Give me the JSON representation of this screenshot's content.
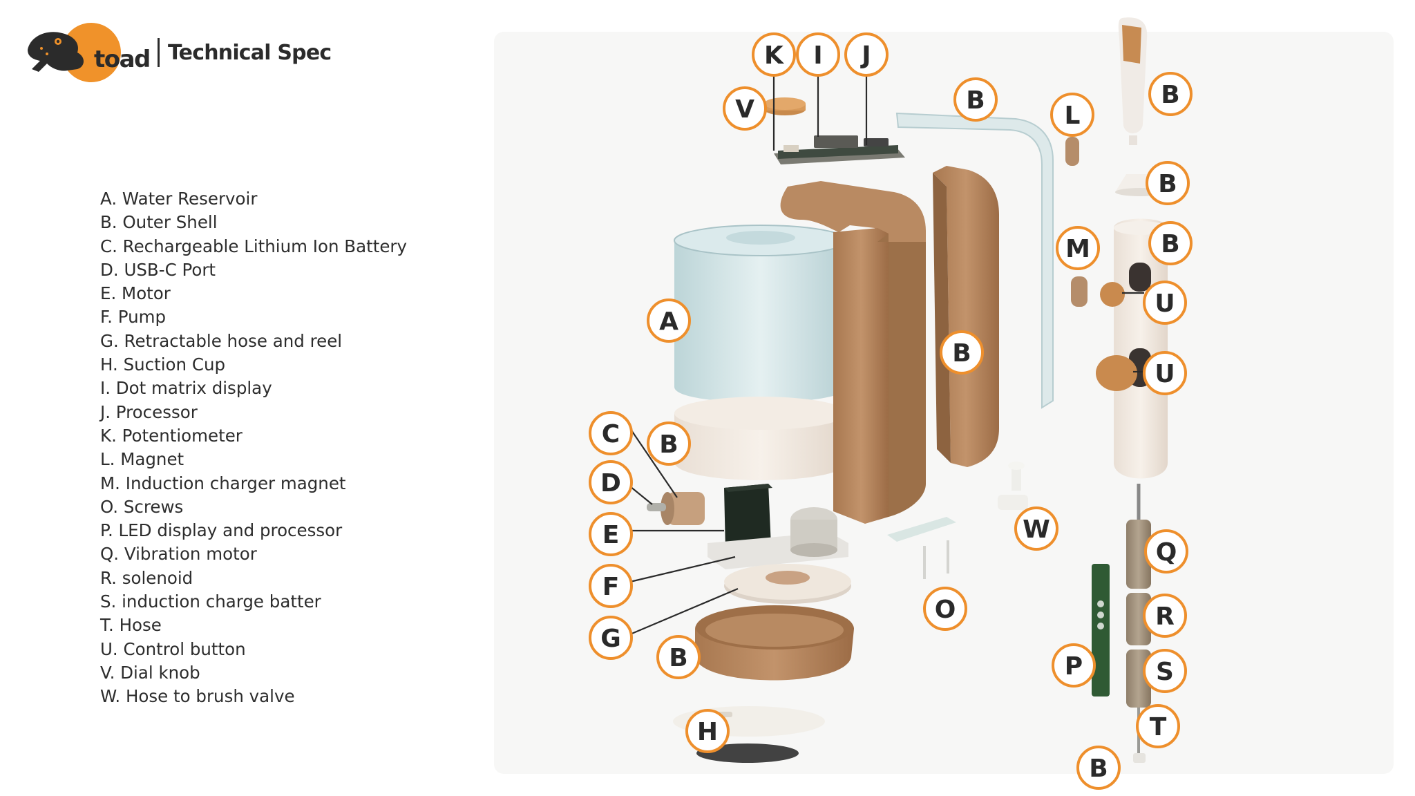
{
  "brand": {
    "logo_word": "toad",
    "title": "Technical Spec",
    "accent_color": "#f0922a"
  },
  "legend": [
    "A. Water Reservoir",
    "B. Outer Shell",
    "C. Rechargeable Lithium Ion Battery",
    "D. USB-C Port",
    "E. Motor",
    "F. Pump",
    "G. Retractable hose and reel",
    "H. Suction Cup",
    "I. Dot matrix display",
    "J. Processor",
    "K. Potentiometer",
    "L. Magnet",
    "M. Induction charger magnet",
    "O. Screws",
    "P. LED display and processor",
    "Q. Vibration motor",
    "R. solenoid",
    "S. induction charge batter",
    "T. Hose",
    "U. Control button",
    "V. Dial knob",
    "W. Hose to brush valve"
  ],
  "callouts": {
    "K": "K",
    "I": "I",
    "J": "J",
    "V": "V",
    "B_top": "B",
    "L": "L",
    "B_brush": "B",
    "B_brushcap": "B",
    "B_handle": "B",
    "M": "M",
    "U_1": "U",
    "U_2": "U",
    "A": "A",
    "B_shell": "B",
    "C": "C",
    "B_base": "B",
    "D": "D",
    "E": "E",
    "F": "F",
    "G": "G",
    "B_tray": "B",
    "H": "H",
    "W": "W",
    "O": "O",
    "Q": "Q",
    "R": "R",
    "P": "P",
    "S": "S",
    "T": "T",
    "B_end": "B"
  },
  "colors": {
    "cork": "#b98a62",
    "cork_dark": "#9c7049",
    "glass": "#cfe3e6",
    "cream": "#f0e8e0",
    "pcb": "#2f5a34",
    "motor": "#1f2a22",
    "ring": "#ee8f2c"
  }
}
